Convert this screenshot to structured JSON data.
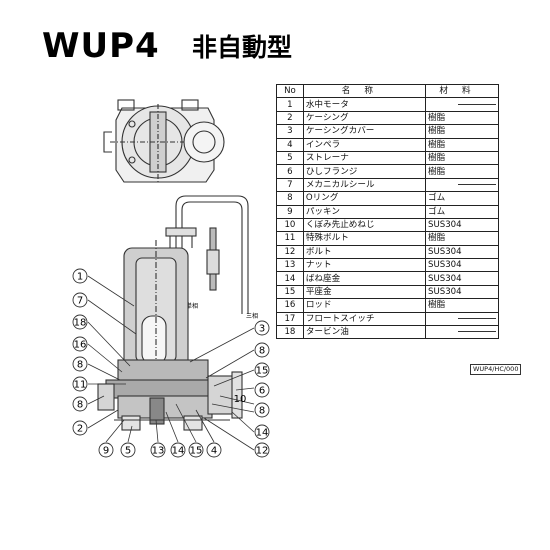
{
  "header": {
    "model": "WUP4",
    "type": "非自動型"
  },
  "parts_table": {
    "headers": {
      "no": "No",
      "name": "名称",
      "material": "材料"
    },
    "rows": [
      {
        "no": "1",
        "name": "水中モータ",
        "material": ""
      },
      {
        "no": "2",
        "name": "ケーシング",
        "material": "樹脂"
      },
      {
        "no": "3",
        "name": "ケーシングカバー",
        "material": "樹脂"
      },
      {
        "no": "4",
        "name": "インペラ",
        "material": "樹脂"
      },
      {
        "no": "5",
        "name": "ストレーナ",
        "material": "樹脂"
      },
      {
        "no": "6",
        "name": "ひしフランジ",
        "material": "樹脂"
      },
      {
        "no": "7",
        "name": "メカニカルシール",
        "material": ""
      },
      {
        "no": "8",
        "name": "Oリング",
        "material": "ゴム"
      },
      {
        "no": "9",
        "name": "パッキン",
        "material": "ゴム"
      },
      {
        "no": "10",
        "name": "くぼみ先止めねじ",
        "material": "SUS304"
      },
      {
        "no": "11",
        "name": "特殊ボルト",
        "material": "樹脂"
      },
      {
        "no": "12",
        "name": "ボルト",
        "material": "SUS304"
      },
      {
        "no": "13",
        "name": "ナット",
        "material": "SUS304"
      },
      {
        "no": "14",
        "name": "ばね座金",
        "material": "SUS304"
      },
      {
        "no": "15",
        "name": "平座金",
        "material": "SUS304"
      },
      {
        "no": "16",
        "name": "ロッド",
        "material": "樹脂"
      },
      {
        "no": "17",
        "name": "フロートスイッチ",
        "material": ""
      },
      {
        "no": "18",
        "name": "タービン油",
        "material": ""
      }
    ]
  },
  "drawing_code": "WUP4/HC/000",
  "wire_labels": {
    "single_phase": "単相",
    "three_phase": "三相"
  },
  "callouts": {
    "left": [
      "1",
      "7",
      "18",
      "16",
      "8",
      "11",
      "8",
      "2"
    ],
    "bottom": [
      "9",
      "5",
      "13",
      "14",
      "15",
      "4"
    ],
    "right": [
      "3",
      "8",
      "15",
      "6",
      "10",
      "8",
      "14",
      "12"
    ]
  }
}
